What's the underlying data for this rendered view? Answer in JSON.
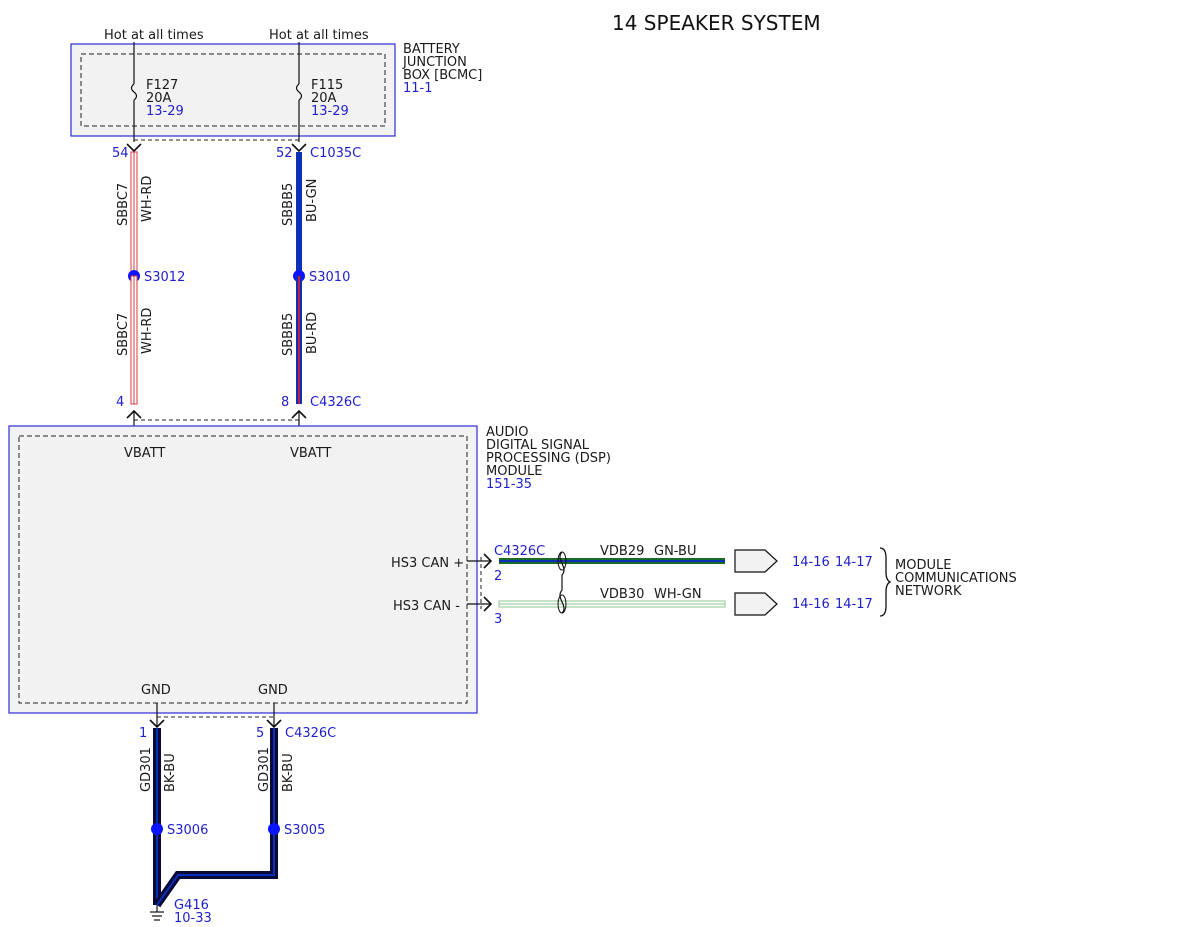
{
  "title": "14 SPEAKER SYSTEM",
  "colors": {
    "module_border": "#2b2bd6",
    "ref_blue": "#1f1fcc",
    "splice": "#0a14ff",
    "wire_wh_rd_stripe": "#d83a3a",
    "wire_bu_gn": "#0b2fb5",
    "wire_bu_rd": "#7a1b6e",
    "wire_gn_bu": "#1a6b2a",
    "wire_wh_gn": "#8dc68d",
    "wire_bk_bu": "#0a0a3a"
  },
  "junction_box": {
    "name_line1": "BATTERY",
    "name_line2": "JUNCTION",
    "name_line3": "BOX [BCMC]",
    "ref": "11-1",
    "feeds": [
      {
        "supply": "Hot at all times",
        "fuse": "F127",
        "amps": "20A",
        "ref": "13-29",
        "pin": "54"
      },
      {
        "supply": "Hot at all times",
        "fuse": "F115",
        "amps": "20A",
        "ref": "13-29",
        "pin": "52"
      }
    ],
    "connector": "C1035C"
  },
  "wires_upper": [
    {
      "circuit": "SBBC7",
      "color": "WH-RD"
    },
    {
      "circuit": "SBBB5",
      "color": "BU-GN"
    }
  ],
  "splices_upper": [
    "S3012",
    "S3010"
  ],
  "wires_middle": [
    {
      "circuit": "SBBC7",
      "color": "WH-RD"
    },
    {
      "circuit": "SBBB5",
      "color": "BU-RD"
    }
  ],
  "dsp_input": {
    "pin_a": "4",
    "pin_b": "8",
    "connector": "C4326C"
  },
  "dsp_module": {
    "name_line1": "AUDIO",
    "name_line2": "DIGITAL SIGNAL",
    "name_line3": "PROCESSING (DSP)",
    "name_line4": "MODULE",
    "ref": "151-35",
    "vbatt_a": "VBATT",
    "vbatt_b": "VBATT",
    "can_plus": "HS3 CAN +",
    "can_minus": "HS3 CAN -",
    "gnd_a": "GND",
    "gnd_b": "GND"
  },
  "can": {
    "connector": "C4326C",
    "pin_plus": "2",
    "pin_minus": "3",
    "plus": {
      "circuit": "VDB29",
      "color": "GN-BU",
      "ref1": "14-16",
      "ref2": "14-17"
    },
    "minus": {
      "circuit": "VDB30",
      "color": "WH-GN",
      "ref1": "14-16",
      "ref2": "14-17"
    },
    "network_line1": "MODULE",
    "network_line2": "COMMUNICATIONS",
    "network_line3": "NETWORK"
  },
  "ground": {
    "pin_a": "1",
    "pin_b": "5",
    "connector": "C4326C",
    "wire_a": {
      "circuit": "GD301",
      "color": "BK-BU"
    },
    "wire_b": {
      "circuit": "GD301",
      "color": "BK-BU"
    },
    "splice_a": "S3006",
    "splice_b": "S3005",
    "ground_point": "G416",
    "ground_ref": "10-33"
  }
}
